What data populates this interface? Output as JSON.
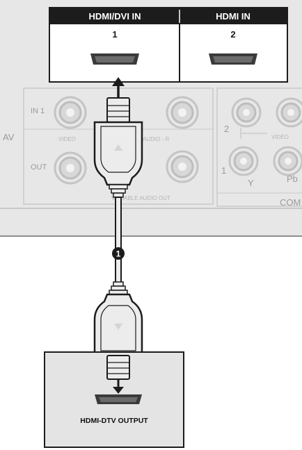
{
  "tv_panel": {
    "hdmi_ports": [
      {
        "header": "HDMI/DVI IN",
        "number": "1"
      },
      {
        "header": "HDMI IN",
        "number": "2"
      }
    ],
    "av": {
      "side_label": "AV",
      "in_label": "IN 1",
      "out_label": "OUT",
      "video_label": "VIDEO",
      "audio_label": "AUDIO - R",
      "variable_audio_label": "VARIABLE AUDIO OUT"
    },
    "component": {
      "input_2": "2",
      "input_1": "1",
      "video_label": "VIDEO",
      "y_label": "Y",
      "pb_label": "Pb",
      "section_label": "COM"
    }
  },
  "cable": {
    "callout_number": "1"
  },
  "source_device": {
    "output_label": "HDMI-DTV OUTPUT"
  },
  "colors": {
    "panel_bg": "#e6e6e6",
    "dark_header": "#1c1c1c",
    "cable_fill": "#ececec",
    "port_fill": "#3a3a3a"
  }
}
